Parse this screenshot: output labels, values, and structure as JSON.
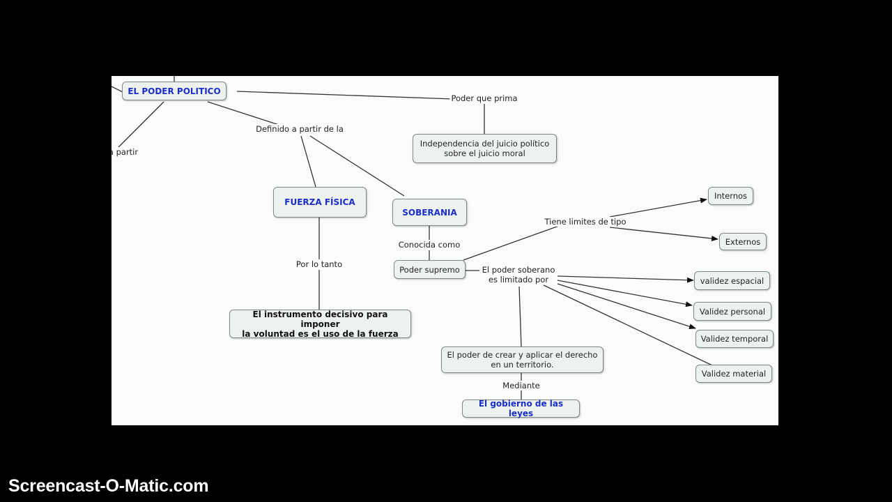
{
  "nodes": {
    "poder_politico": "EL PODER POLITICO",
    "independencia": "Independencia del juicio político\nsobre el juicio moral",
    "fuerza_fisica": "FUERZA FÍSICA",
    "soberania": "SOBERANIA",
    "poder_supremo": "Poder supremo",
    "instrumento": "El instrumento decisivo para imponer\nla voluntad es el uso de la fuerza",
    "internos": "Internos",
    "externos": "Externos",
    "validez_espacial": "validez espacial",
    "validez_personal": "Validez personal",
    "validez_temporal": "Validez temporal",
    "validez_material": "Validez material",
    "poder_crear": "El poder de crear y aplicar el derecho\nen un territorio.",
    "gobierno_leyes": "El gobierno de las leyes"
  },
  "links": {
    "partir": "a partir",
    "poder_que_prima": "Poder que prima",
    "definido": "Definido a partir de la",
    "por_lo_tanto": "Por lo tanto",
    "conocida_como": "Conocida como",
    "tiene_limites": "Tiene limites de tipo",
    "limitado_por": "El poder soberano\nes limitado por",
    "mediante": "Mediante"
  },
  "watermark": "Screencast-O-Matic.com"
}
